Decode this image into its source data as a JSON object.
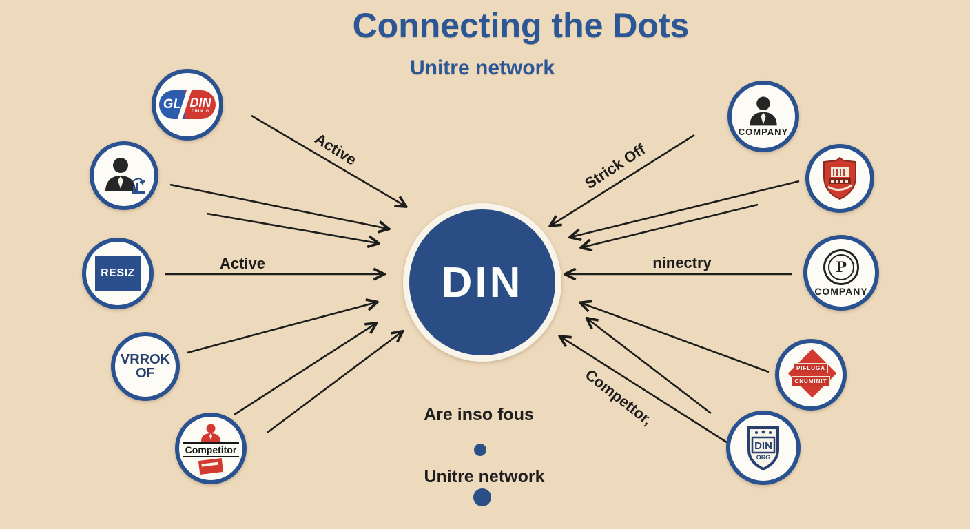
{
  "title": "Connecting the Dots",
  "subtitle": "Unitre network",
  "center": {
    "label": "DIN"
  },
  "edge_labels": {
    "top_left": "Active",
    "mid_left": "Active",
    "top_right": "Strick Off",
    "mid_right": "ninectry",
    "bottom_right": "Compettor,"
  },
  "nodes": {
    "gl_din": {
      "left": "GL",
      "right": "DIN",
      "sub": "DRIN IG"
    },
    "resiz": {
      "label": "RESIZ"
    },
    "vrrok": {
      "line1": "VRROK",
      "line2": "OF"
    },
    "competitor": {
      "label": "Competitor"
    },
    "company_person": {
      "label": "COMPANY"
    },
    "p_company": {
      "monogram": "P",
      "label": "COMPANY"
    },
    "red_banner": {
      "line1": "PIFLUGA",
      "line2": "CNUMINIT"
    },
    "din_shield": {
      "label": "DIN",
      "sub": "ORG"
    }
  },
  "footer": {
    "line1": "Are inso fous",
    "line2": "Unitre network"
  },
  "colors": {
    "background": "#edd9bc",
    "title_blue": "#2b5796",
    "node_border_blue": "#2a5291",
    "center_blue": "#2b4d85",
    "arrow_black": "#1d1d1b",
    "red": "#d23a31"
  },
  "icons": {
    "left_person": "person-icon",
    "left_person_extra": "chart-arrow-icon",
    "right_top": "person-icon",
    "right_shield": "red-shield-emblem-icon",
    "right_bottom": "blue-shield-din-icon",
    "competitor_figure": "red-person-icon",
    "competitor_card": "red-card-icon"
  }
}
